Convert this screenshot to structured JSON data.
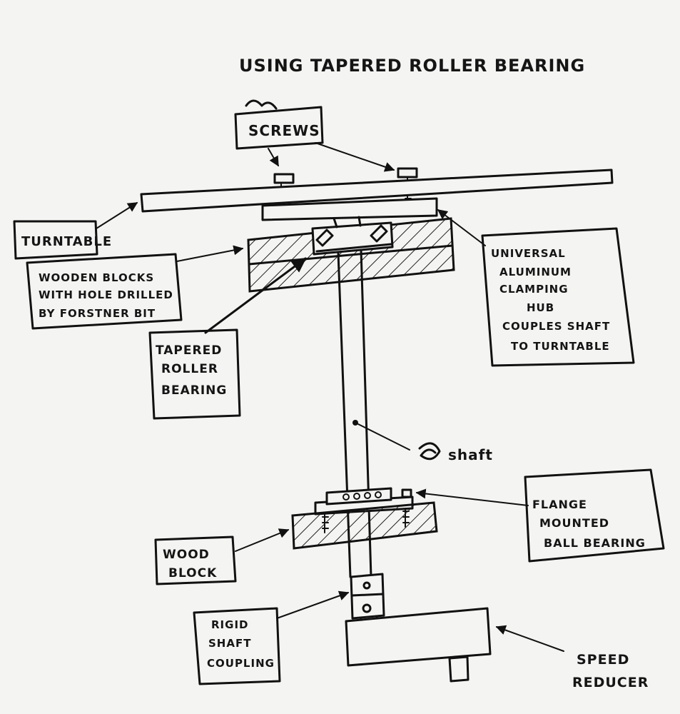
{
  "diagram": {
    "title": "USING TAPERED ROLLER BEARING",
    "labels": {
      "screws": "SCREWS",
      "turntable": "TURNTABLE",
      "wooden_blocks": [
        "WOODEN BLOCKS",
        "WITH HOLE DRILLED",
        "BY FORSTNER BIT"
      ],
      "tapered_roller_bearing": [
        "TAPERED",
        "ROLLER",
        "BEARING"
      ],
      "clamping_hub": [
        "UNIVERSAL",
        "ALUMINUM",
        "CLAMPING",
        "HUB",
        "COUPLES SHAFT",
        "TO TURNTABLE"
      ],
      "shaft": "shaft",
      "flange_bearing": [
        "FLANGE",
        "MOUNTED",
        "BALL BEARING"
      ],
      "wood_block": [
        "WOOD",
        "BLOCK"
      ],
      "rigid_coupling": [
        "RIGID",
        "SHAFT",
        "COUPLING"
      ],
      "speed_reducer": [
        "SPEED",
        "REDUCER"
      ]
    }
  }
}
